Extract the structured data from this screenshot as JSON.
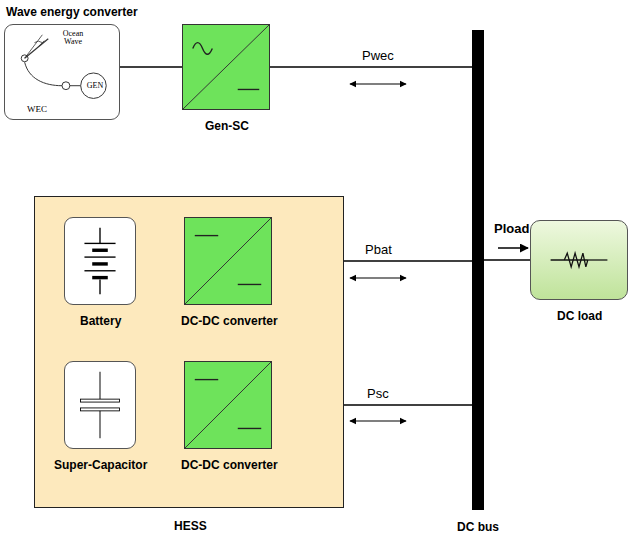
{
  "diagram": {
    "nodes": [
      {
        "text": [
          "Wave energy converter",
          "Ocean Wave",
          "WEC",
          "GEN"
        ]
      },
      {
        "text": [
          "Gen-SC"
        ]
      },
      {
        "text": [
          "HESS"
        ]
      },
      {
        "text": [
          "Battery"
        ],
        "in": 2
      },
      {
        "text": [
          "DC-DC converter"
        ],
        "in": 2
      },
      {
        "text": [
          "Super-Capacitor"
        ],
        "in": 2
      },
      {
        "text": [
          "DC-DC converter"
        ],
        "in": 2
      },
      {
        "text": [
          "DC bus"
        ]
      },
      {
        "text": [
          "DC load"
        ]
      }
    ],
    "edges": [
      {
        "from": 0,
        "to": 1,
        "arrow": "none"
      },
      {
        "from": 1,
        "to": 7,
        "label": "Pwec",
        "arrow": "none"
      },
      {
        "from": 3,
        "to": 4,
        "arrow": "none"
      },
      {
        "from": 4,
        "to": 7,
        "label": "Pbat",
        "arrow": "none"
      },
      {
        "from": 5,
        "to": 6,
        "arrow": "none"
      },
      {
        "from": 6,
        "to": 7,
        "label": "Psc",
        "arrow": "none"
      },
      {
        "from": 7,
        "to": 8,
        "label": "Pload",
        "arrow": "none"
      }
    ]
  }
}
